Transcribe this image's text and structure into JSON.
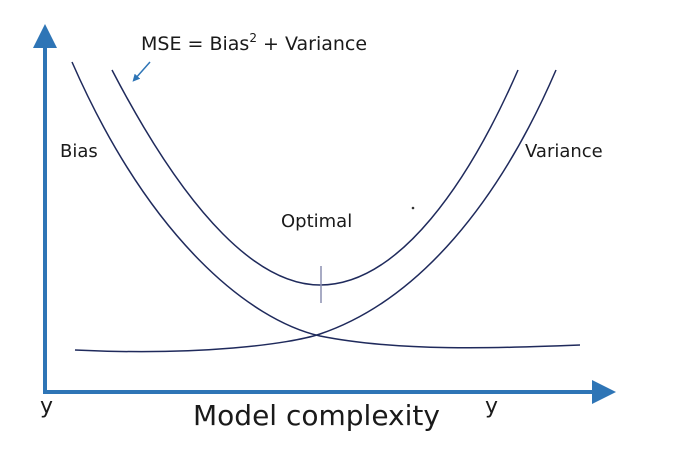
{
  "title": {
    "prefix": "MSE = Bias",
    "sup": "2",
    "suffix": " + Variance"
  },
  "labels": {
    "bias": "Bias",
    "variance": "Variance",
    "optimal": "Optimal",
    "x_axis": "Model complexity",
    "y_left": "y",
    "y_right": "y"
  },
  "colors": {
    "axis": "#2e75b6",
    "curve": "#1f2a5c",
    "text": "#1a1a1a"
  }
}
